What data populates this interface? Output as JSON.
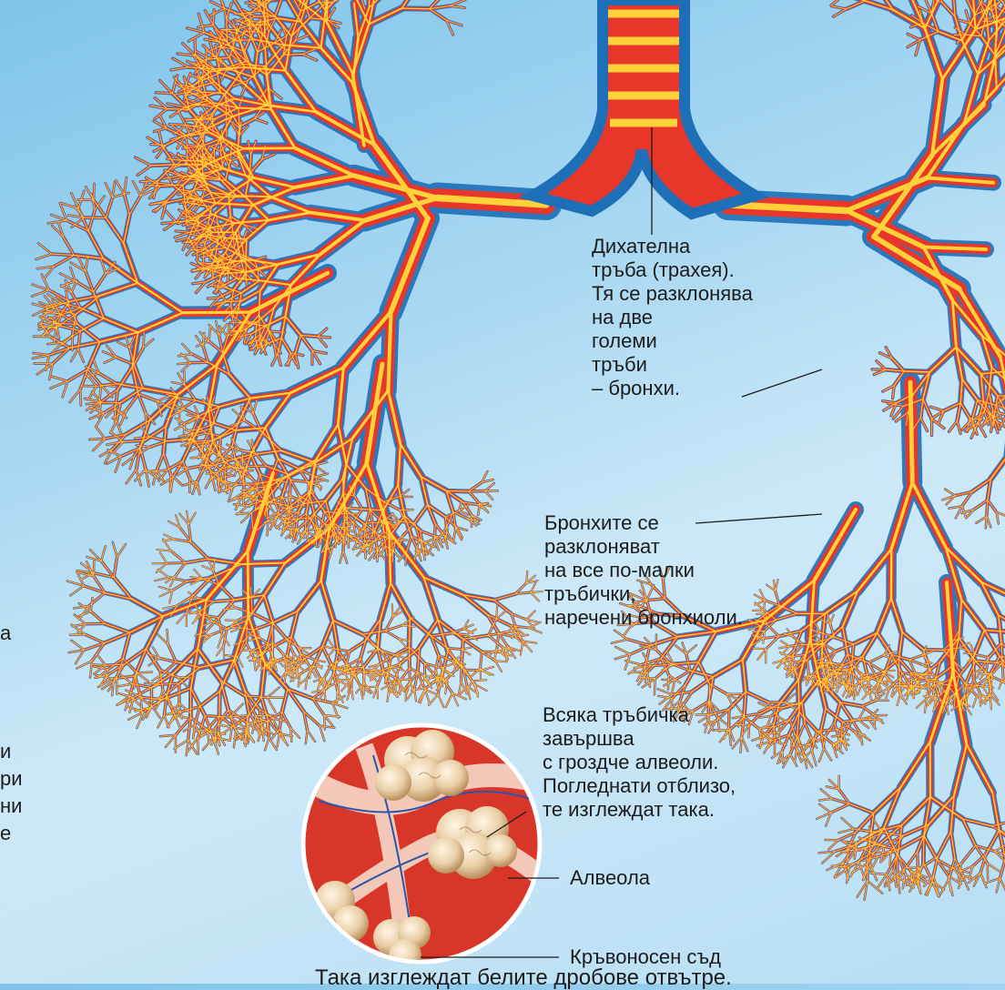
{
  "labels": {
    "trachea": [
      "Дихателна",
      "тръба (трахея).",
      "Тя се разклонява",
      "на две",
      "големи",
      "тръби",
      "– бронхи."
    ],
    "bronchi": [
      "Бронхите се",
      "разклоняват",
      "на все по-малки",
      "тръбички,",
      "наречени бронхиоли."
    ],
    "alveoli_note": [
      "Всяка тръбичка",
      "завършва",
      "с гроздче алвеоли.",
      "Погледнати отблизо,",
      "те изглеждат така."
    ],
    "alveola": "Алвеола",
    "vessel": "Кръвоносен съд",
    "caption": "Така изглеждат белите дробове отвътре.",
    "left_edge_fragments": [
      "а",
      "и",
      "ри",
      "ни",
      "е"
    ]
  },
  "colors": {
    "airway_outer": "#1d6fb8",
    "airway_mid": "#e8372a",
    "airway_core": "#ffd23a",
    "magnifier_bg": "#d9362a",
    "vessel_line": "#2a55a8"
  }
}
